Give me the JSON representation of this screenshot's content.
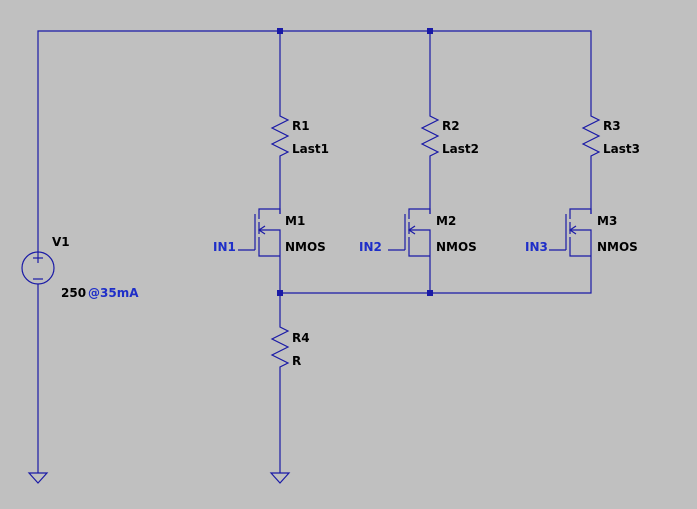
{
  "schematic": {
    "colors": {
      "background": "#c0c0c0",
      "wire": "#1a1aa6",
      "label": "#000000",
      "net_label": "#1e2ec8"
    },
    "source": {
      "name": "V1",
      "value": "250",
      "annotation": "@35mA"
    },
    "resistors": [
      {
        "name": "R1",
        "value": "Last1"
      },
      {
        "name": "R2",
        "value": "Last2"
      },
      {
        "name": "R3",
        "value": "Last3"
      },
      {
        "name": "R4",
        "value": "R"
      }
    ],
    "transistors": [
      {
        "name": "M1",
        "model": "NMOS",
        "input": "IN1"
      },
      {
        "name": "M2",
        "model": "NMOS",
        "input": "IN2"
      },
      {
        "name": "M3",
        "model": "NMOS",
        "input": "IN3"
      }
    ]
  }
}
